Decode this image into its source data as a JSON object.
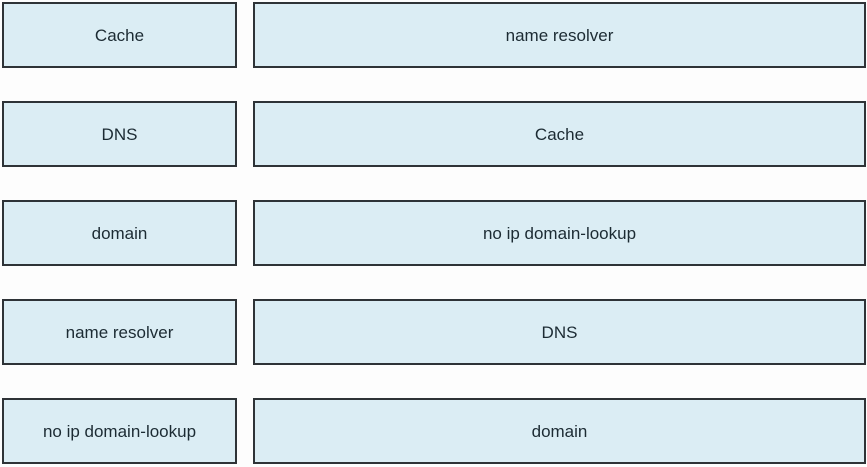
{
  "colors": {
    "box_fill": "#dbedf4",
    "box_border": "#2e3337",
    "text": "#1c2b33",
    "background": "#fdfdfd"
  },
  "left_column": {
    "items": [
      {
        "label": "Cache"
      },
      {
        "label": "DNS"
      },
      {
        "label": "domain"
      },
      {
        "label": "name resolver"
      },
      {
        "label": "no ip domain-lookup"
      }
    ]
  },
  "right_column": {
    "items": [
      {
        "label": "name resolver"
      },
      {
        "label": "Cache"
      },
      {
        "label": "no ip domain-lookup"
      },
      {
        "label": "DNS"
      },
      {
        "label": "domain"
      }
    ]
  }
}
